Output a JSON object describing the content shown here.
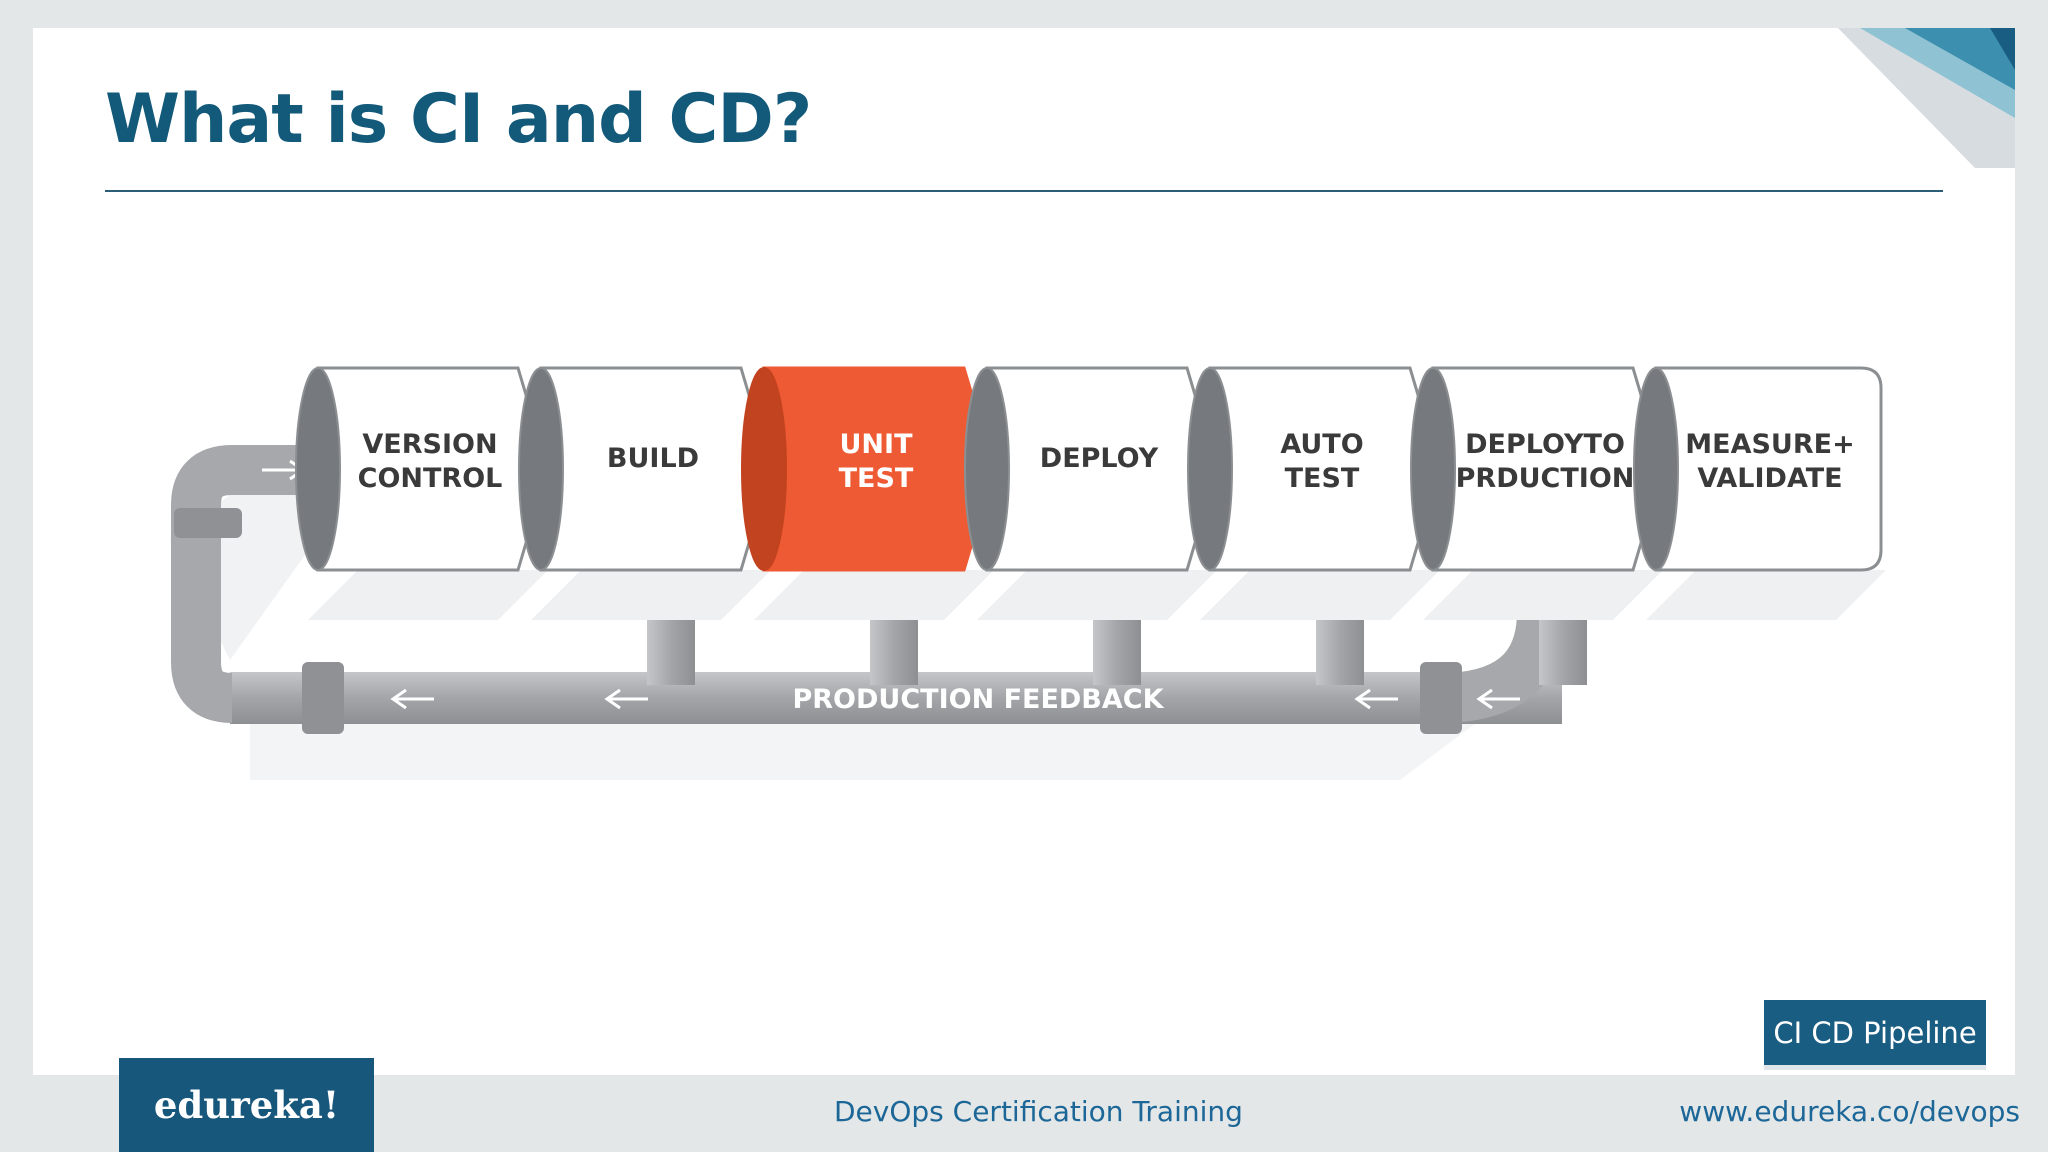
{
  "slide": {
    "title": "What is CI and CD?",
    "tag": "CI CD Pipeline"
  },
  "pipeline": {
    "stages": [
      {
        "lines": [
          "VERSION",
          "CONTROL"
        ],
        "highlight": false
      },
      {
        "lines": [
          "BUILD"
        ],
        "highlight": false
      },
      {
        "lines": [
          "UNIT",
          "TEST"
        ],
        "highlight": true
      },
      {
        "lines": [
          "DEPLOY"
        ],
        "highlight": false
      },
      {
        "lines": [
          "AUTO",
          "TEST"
        ],
        "highlight": false
      },
      {
        "lines": [
          "DEPLOYTO",
          "PRDUCTION"
        ],
        "highlight": false
      },
      {
        "lines": [
          "MEASURE+",
          "VALIDATE"
        ],
        "highlight": false
      }
    ],
    "feedback_label": "PRODUCTION FEEDBACK",
    "colors": {
      "highlight": "#ee5a33",
      "pipe": "#a6a8ab",
      "text": "#3a3a3a"
    }
  },
  "footer": {
    "logo": "edureka!",
    "course": "DevOps Certification Training",
    "url": "www.edureka.co/devops"
  }
}
